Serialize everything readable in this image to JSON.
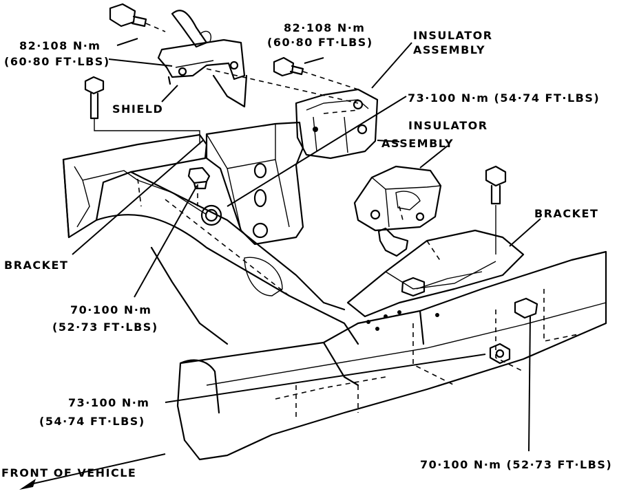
{
  "labels": {
    "torque_82_108_left": "82·108 N·m",
    "torque_82_108_left_ft": "(60·80 FT·LBS)",
    "torque_82_108_top": "82·108 N·m",
    "torque_82_108_top_ft": "(60·80 FT·LBS)",
    "insulator_assembly_1_line1": "INSULATOR",
    "insulator_assembly_1_line2": "ASSEMBLY",
    "shield": "SHIELD",
    "torque_73_100_upper": "73·100 N·m (54·74 FT·LBS)",
    "insulator_assembly_2_line1": "INSULATOR",
    "insulator_assembly_2_line2": "ASSEMBLY",
    "bracket_right": "BRACKET",
    "bracket_left": "BRACKET",
    "torque_70_100_left": "70·100 N·m",
    "torque_70_100_left_ft": "(52·73 FT·LBS)",
    "torque_73_100_lower": "73·100 N·m",
    "torque_73_100_lower_ft": "(54·74 FT·LBS)",
    "torque_70_100_right": "70·100 N·m (52·73 FT·LBS)",
    "front_of_vehicle": "FRONT OF VEHICLE"
  }
}
